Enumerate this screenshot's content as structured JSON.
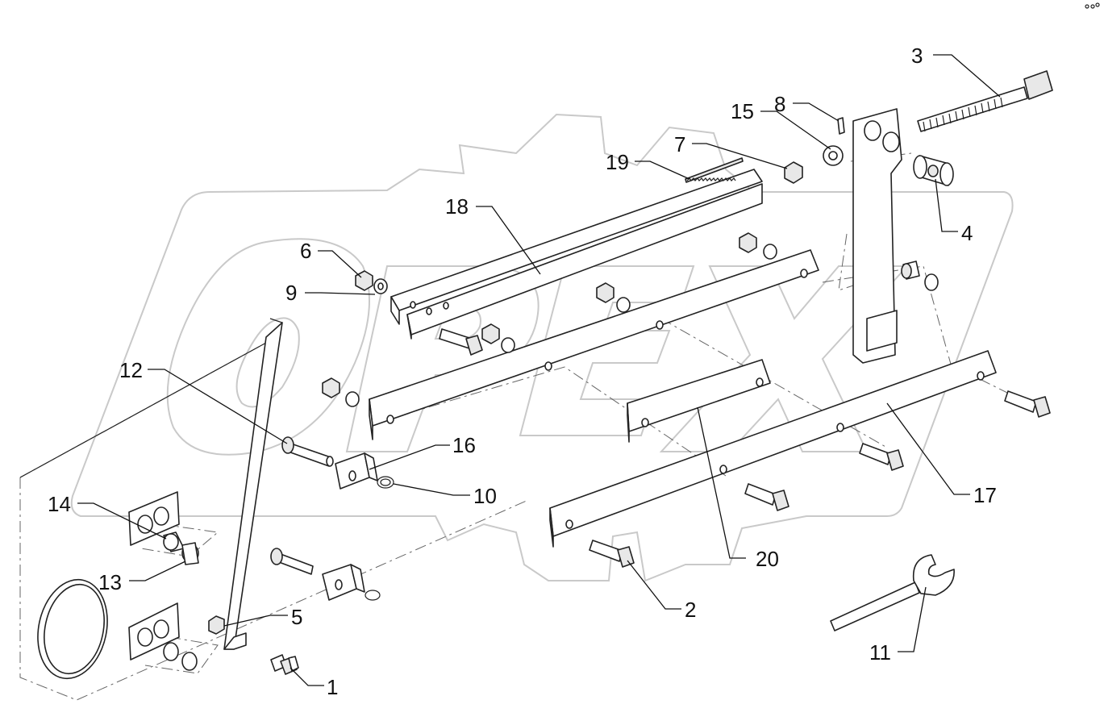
{
  "diagram": {
    "type": "exploded-parts-view",
    "watermark_text": "OPEX",
    "callouts": [
      "1",
      "2",
      "3",
      "4",
      "5",
      "6",
      "7",
      "8",
      "9",
      "10",
      "11",
      "12",
      "13",
      "14",
      "15",
      "16",
      "17",
      "18",
      "19",
      "20"
    ]
  }
}
